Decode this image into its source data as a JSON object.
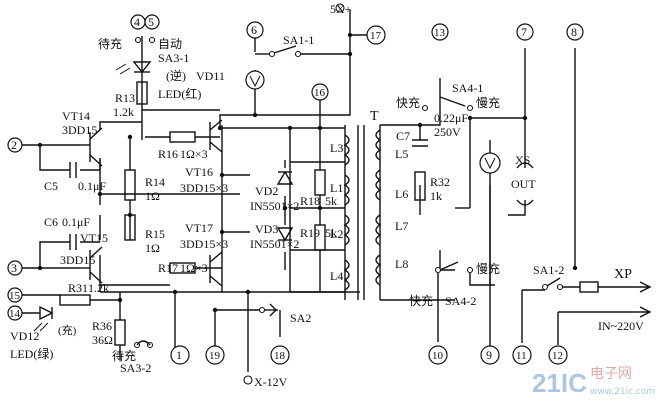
{
  "terminals": {
    "t1": "1",
    "t2": "2",
    "t3": "3",
    "t4": "4",
    "t5": "5",
    "t6": "6",
    "t7": "7",
    "t8": "8",
    "t9": "9",
    "t10": "10",
    "t11": "11",
    "t12": "12",
    "t13": "13",
    "t14": "14",
    "t15": "15",
    "t16": "16",
    "t17": "17",
    "t18": "18",
    "t19": "19"
  },
  "supply": {
    "positive": "5X+",
    "negative": "X-12V"
  },
  "switches": {
    "sa1_1": "SA1-1",
    "sa1_2": "SA1-2",
    "sa2": "SA2",
    "sa3_1": "SA3-1",
    "sa3_2": "SA3-2",
    "sa4_1": "SA4-1",
    "sa4_2": "SA4-2"
  },
  "mode_labels": {
    "standby_top": "待充",
    "auto": "自动",
    "standby_bottom": "待充",
    "charge": "(充)",
    "fast_top": "快充",
    "slow_top": "慢充",
    "fast_bottom": "快充",
    "slow_bottom": "慢充"
  },
  "components": {
    "vd11": "VD11",
    "vd11_color": "(逆)",
    "led_red": "LED(红)",
    "r13": "R13",
    "r13_val": "1.2k",
    "vt14": "VT14",
    "vt14_type": "3DD15",
    "vt15": "VT15",
    "vt15_type": "3DD15",
    "r16": "R16",
    "r16_val": "1Ω×3",
    "r17": "R17",
    "r17_val": "1Ω×3",
    "r14": "R14",
    "r14_val": "1Ω",
    "r15": "R15",
    "r15_val": "1Ω",
    "vt16": "VT16",
    "vt16_type": "3DD15×3",
    "vt17": "VT17",
    "vt17_type": "3DD15×3",
    "vd2": "VD2",
    "vd2_type": "IN5501×2",
    "vd3": "VD3",
    "vd3_type": "IN5501×2",
    "r18": "R18",
    "r18_val": "5k",
    "r19": "R19",
    "r19_val": "5k",
    "c5": "C5",
    "c5_val": "0.1μF",
    "c6": "C6",
    "c6_val": "0.1μF",
    "c7": "C7",
    "c7_val": "0.22μF",
    "c7_voltage": "250V",
    "r32": "R32",
    "r32_val": "1k",
    "r31": "R31",
    "r31_val": "1.2k",
    "r36": "R36",
    "r36_val": "36Ω",
    "vd12": "VD12",
    "led_green": "LED(绿)",
    "transformer": "T",
    "l1": "L1",
    "l2": "L2",
    "l3": "L3",
    "l4": "L4",
    "l5": "L5",
    "l6": "L6",
    "l7": "L7",
    "l8": "L8",
    "socket": "XS",
    "socket_sub": "OUT",
    "plug": "XP",
    "mains": "IN~220V"
  },
  "watermark": {
    "brand": "21IC",
    "cn": "电子网",
    "url": "www.21ic.com"
  }
}
